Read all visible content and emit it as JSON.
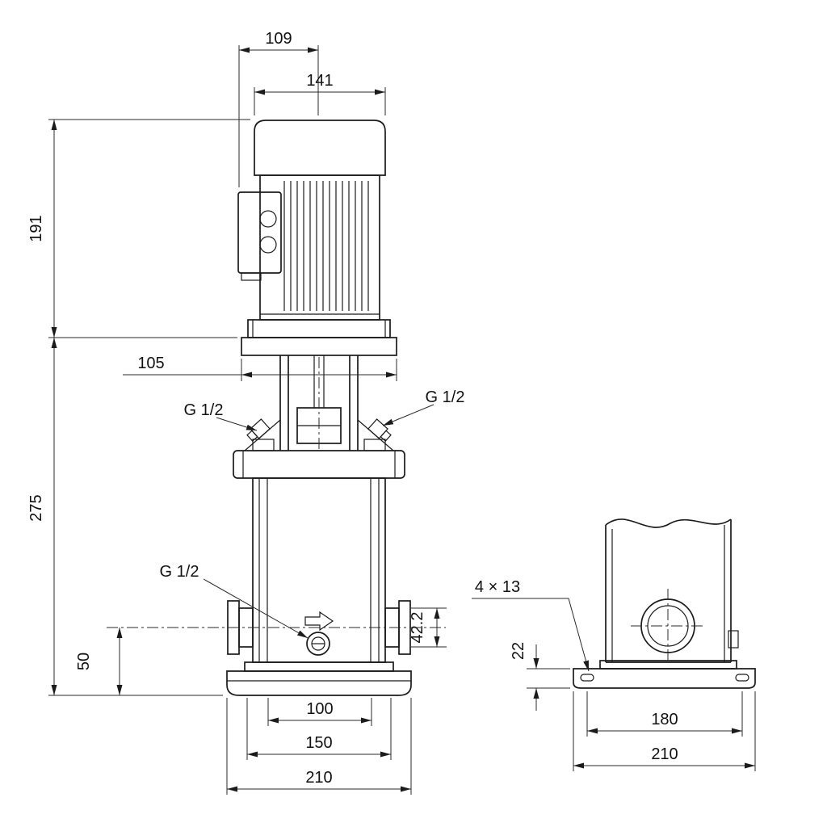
{
  "dims": {
    "front": {
      "terminal_box_width": "109",
      "motor_width": "141",
      "motor_height": "191",
      "head_width": "105",
      "pump_height": "275",
      "vent_plug_left": "G 1/2",
      "vent_plug_right": "G 1/2",
      "drain_plug": "G 1/2",
      "port_center_height": "50",
      "port_size": "42.2",
      "chamber_width": "100",
      "sleeve_width": "150",
      "base_width": "210"
    },
    "side": {
      "bolt_holes": "4 × 13",
      "base_height": "22",
      "bolt_spacing": "180",
      "base_width": "210"
    }
  }
}
